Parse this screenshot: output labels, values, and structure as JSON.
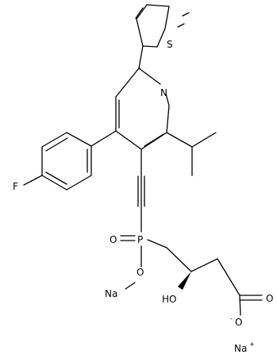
{
  "structure": {
    "atom_labels": {
      "S": "S",
      "N": "N",
      "F": "F",
      "P": "P",
      "O_double": "O",
      "O_ester": "O",
      "Na_bound": "Na",
      "HO": "HO",
      "O_carbonyl": "O",
      "O_carboxylate": "O",
      "O_charge": "-",
      "Na_ion": "Na",
      "Na_charge": "+"
    }
  }
}
